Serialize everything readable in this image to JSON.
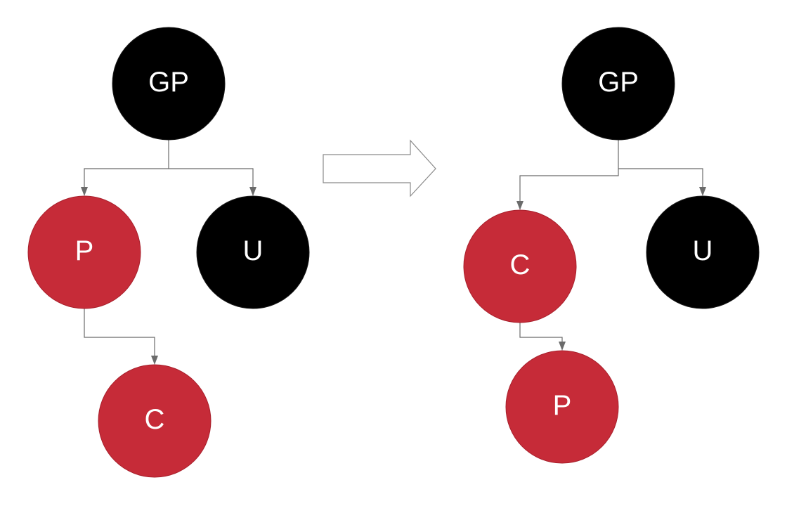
{
  "colors": {
    "black_node": "#000000",
    "red_node": "#c62b38",
    "edge": "#6b6b6b",
    "label": "#ffffff"
  },
  "before": {
    "nodes": {
      "gp": {
        "label": "GP",
        "color": "black"
      },
      "p": {
        "label": "P",
        "color": "red"
      },
      "u": {
        "label": "U",
        "color": "black"
      },
      "c": {
        "label": "C",
        "color": "red"
      }
    },
    "edges": [
      {
        "from": "gp",
        "to": "p"
      },
      {
        "from": "gp",
        "to": "u"
      },
      {
        "from": "p",
        "to": "c"
      }
    ]
  },
  "after": {
    "nodes": {
      "gp": {
        "label": "GP",
        "color": "black"
      },
      "c": {
        "label": "C",
        "color": "red"
      },
      "u": {
        "label": "U",
        "color": "black"
      },
      "p": {
        "label": "P",
        "color": "red"
      }
    },
    "edges": [
      {
        "from": "gp",
        "to": "c"
      },
      {
        "from": "gp",
        "to": "u"
      },
      {
        "from": "c",
        "to": "p"
      }
    ]
  },
  "transition": {
    "icon": "right-arrow-icon"
  }
}
